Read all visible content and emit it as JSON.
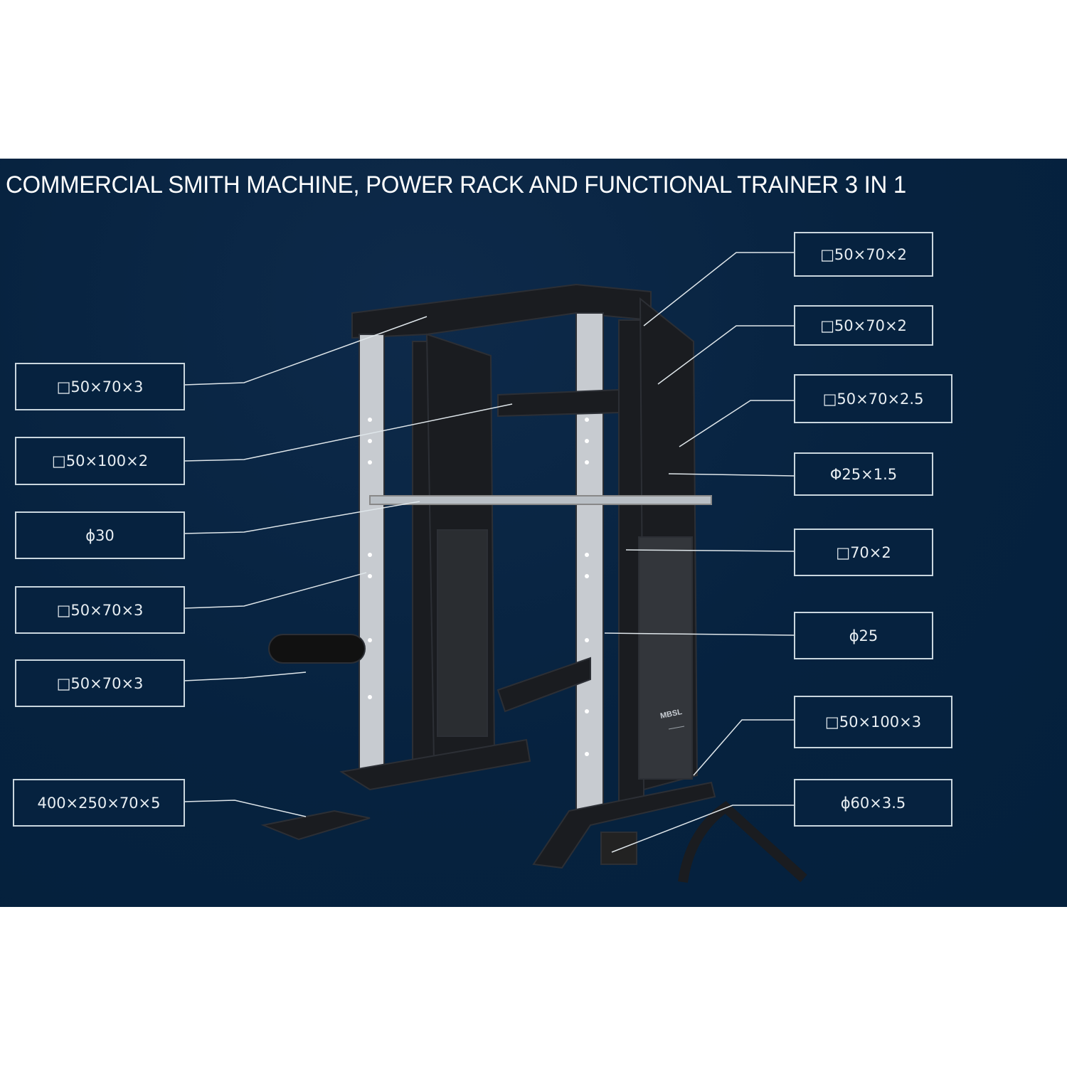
{
  "title": "COMMERCIAL SMITH MACHINE, POWER RACK AND FUNCTIONAL TRAINER 3 IN 1",
  "colors": {
    "background": "#06223f",
    "label_border": "#c9d6de",
    "text": "#ffffff"
  },
  "left_labels": [
    "□50×70×3",
    "□50×100×2",
    "ϕ30",
    "□50×70×3",
    "□50×70×3",
    "400×250×70×5"
  ],
  "right_labels": [
    "□50×70×2",
    "□50×70×2",
    "□50×70×2.5",
    "Φ25×1.5",
    "□70×2",
    "ϕ25",
    "□50×100×3",
    "ϕ60×3.5"
  ],
  "brand_mark": "MBSL"
}
